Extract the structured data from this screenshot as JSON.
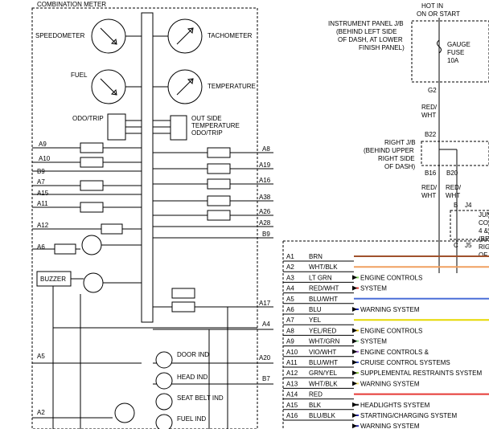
{
  "title": "COMBINATION METER",
  "gauges": {
    "speedometer": "SPEEDOMETER",
    "tachometer": "TACHOMETER",
    "fuel": "FUEL",
    "temperature": "TEMPERATURE"
  },
  "odo_trip_left": "ODO/TRIP",
  "odo_trip_right": [
    "OUT SIDE",
    "TEMPERATURE",
    "ODO/TRIP"
  ],
  "buzzer": "BUZZER",
  "indicators": [
    "DOOR IND",
    "HEAD IND",
    "SEAT BELT IND",
    "FUEL IND"
  ],
  "left_pins": [
    "A9",
    "A10",
    "B9",
    "A7",
    "A15",
    "A11",
    "A12",
    "A6",
    "A5",
    "A2"
  ],
  "right_pins": [
    "A8",
    "A19",
    "A16",
    "A38",
    "A26",
    "A28",
    "B9",
    "A17",
    "A4",
    "A20",
    "B7"
  ],
  "power": {
    "hot_in": [
      "HOT IN",
      "ON OR START"
    ],
    "instrument_panel": [
      "INSTRUMENT PANEL J/B",
      "(BEHIND LEFT SIDE",
      "OF DASH, AT LOWER",
      "FINISH PANEL)"
    ],
    "fuse": [
      "GAUGE",
      "FUSE",
      "10A"
    ],
    "g2": "G2",
    "wire1": [
      "RED/",
      "WHT"
    ],
    "b22": "B22",
    "right_jb": [
      "RIGHT J/B",
      "(BEHIND UPPER",
      "RIGHT SIDE",
      "OF DASH)"
    ],
    "b16": "B16",
    "b20": "B20",
    "wire2": [
      "RED/",
      "WHT"
    ],
    "wire3": [
      "RED/",
      "WHT"
    ],
    "j4": "J4",
    "jun": [
      "JUN",
      "CO",
      "4 &",
      "(BE",
      "RIG",
      "OF"
    ],
    "b": "B",
    "c": "C",
    "j5": "J5"
  },
  "connector_table": [
    {
      "pin": "A1",
      "color": "BRN",
      "system": "",
      "wire_hex": "#a0522d"
    },
    {
      "pin": "A2",
      "color": "WHT/BLK",
      "system": "",
      "wire_hex": "#f0a060"
    },
    {
      "pin": "A3",
      "color": "LT GRN",
      "system": "ENGINE CONTROLS",
      "wire_hex": "#7ed957"
    },
    {
      "pin": "A4",
      "color": "RED/WHT",
      "system": "SYSTEM",
      "wire_hex": "#e53935"
    },
    {
      "pin": "A5",
      "color": "BLU/WHT",
      "system": "",
      "wire_hex": "#4a6fd8"
    },
    {
      "pin": "A6",
      "color": "BLU",
      "system": "WARNING SYSTEM",
      "wire_hex": "#1a2ec8"
    },
    {
      "pin": "A7",
      "color": "YEL",
      "system": "",
      "wire_hex": "#e6d800"
    },
    {
      "pin": "A8",
      "color": "YEL/RED",
      "system": "ENGINE CONTROLS",
      "wire_hex": "#e6c000"
    },
    {
      "pin": "A9",
      "color": "WHT/GRN",
      "system": "SYSTEM",
      "wire_hex": "#8fd98f"
    },
    {
      "pin": "A10",
      "color": "VIO/WHT",
      "system": "ENGINE CONTROLS &",
      "wire_hex": "#9a5ec8"
    },
    {
      "pin": "A11",
      "color": "BLU/WHT",
      "system": "CRUISE CONTROL SYSTEMS",
      "wire_hex": "#3a55c8"
    },
    {
      "pin": "A12",
      "color": "GRN/YEL",
      "system": "SUPPLEMENTAL RESTRAINTS SYSTEM",
      "wire_hex": "#8ac832"
    },
    {
      "pin": "A13",
      "color": "WHT/BLK",
      "system": "WARNING SYSTEM",
      "wire_hex": "#f0e060"
    },
    {
      "pin": "A14",
      "color": "RED",
      "system": "",
      "wire_hex": "#e53935"
    },
    {
      "pin": "A15",
      "color": "BLK",
      "system": "HEADLIGHTS SYSTEM",
      "wire_hex": "#222222"
    },
    {
      "pin": "A16",
      "color": "BLU/BLK",
      "system": "STARTING/CHARGING SYSTEM",
      "wire_hex": "#2a2ab0"
    },
    {
      "pin": "",
      "color": "",
      "system": "WARNING SYSTEM",
      "wire_hex": "#2a2ab0"
    }
  ]
}
